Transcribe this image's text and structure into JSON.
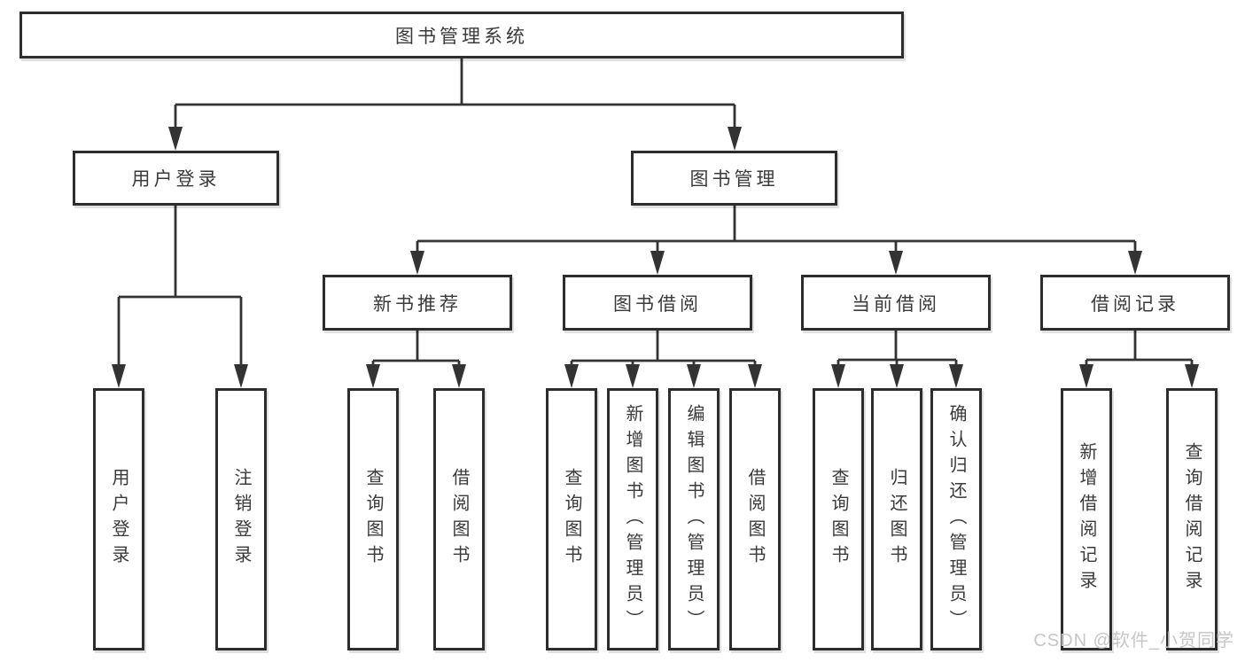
{
  "diagram": {
    "root": {
      "label": "图书管理系统"
    },
    "level1": {
      "login": {
        "label": "用户登录"
      },
      "manage": {
        "label": "图书管理"
      }
    },
    "level2": {
      "recommend": {
        "label": "新书推荐"
      },
      "borrow": {
        "label": "图书借阅"
      },
      "current": {
        "label": "当前借阅"
      },
      "records": {
        "label": "借阅记录"
      }
    },
    "leaves": {
      "login": [
        "用户登录",
        "注销登录"
      ],
      "recommend": [
        "查询图书",
        "借阅图书"
      ],
      "borrow": [
        "查询图书",
        "新增图书（管理员）",
        "编辑图书（管理员）",
        "借阅图书"
      ],
      "current": [
        "查询图书",
        "归还图书",
        "确认归还（管理员）"
      ],
      "records": [
        "新增借阅记录",
        "查询借阅记录"
      ]
    },
    "colors": {
      "line": "#333333",
      "box_border": "#2d2d2d",
      "text": "#3a3a3a",
      "background": "#ffffff",
      "watermark": "#c6c6c6"
    }
  },
  "watermark": {
    "text": "CSDN @软件_小贺同学"
  }
}
